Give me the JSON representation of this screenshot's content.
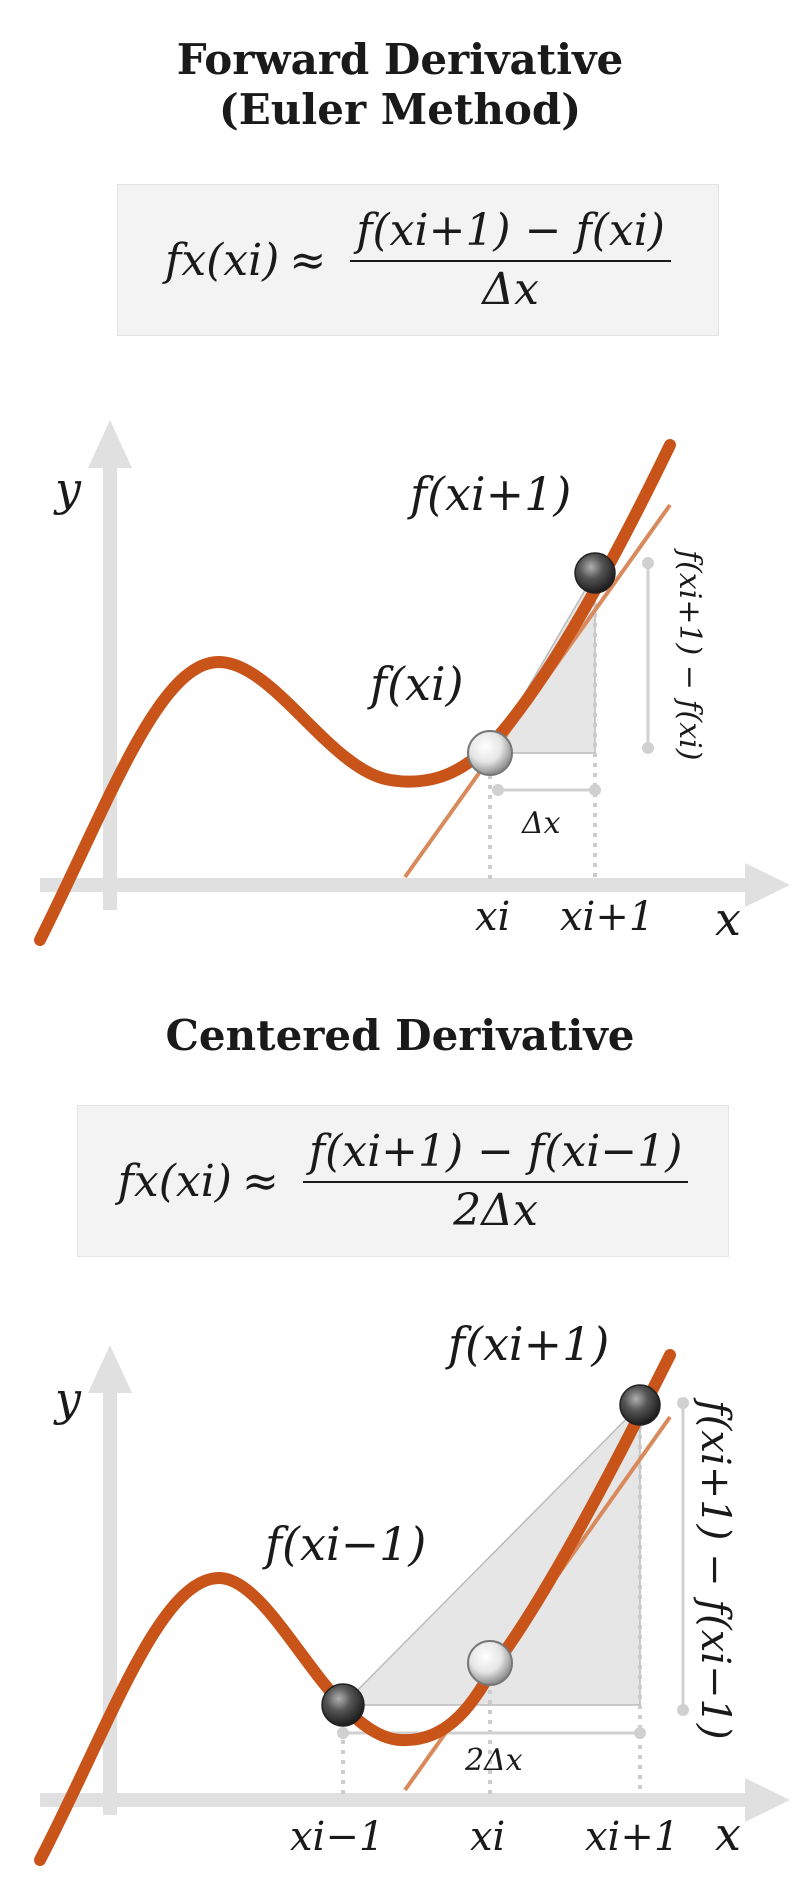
{
  "forward": {
    "title_line1": "Forward Derivative",
    "title_line2": "(Euler Method)",
    "formula_lhs": "fx(xi)",
    "formula_approx": "≈",
    "formula_num": "f(xi+1) − f(xi)",
    "formula_den": "Δx",
    "axis_y": "y",
    "axis_x": "x",
    "label_point_next": "f(xi+1)",
    "label_point_cur": "f(xi)",
    "tick_cur": "xi",
    "tick_next": "xi+1",
    "delta_x": "Δx",
    "rise_label": "f(xi+1) − f(xi)"
  },
  "centered": {
    "title": "Centered Derivative",
    "formula_lhs": "fx(xi)",
    "formula_approx": "≈",
    "formula_num": "f(xi+1) − f(xi−1)",
    "formula_den": "2Δx",
    "axis_y": "y",
    "axis_x": "x",
    "label_point_next": "f(xi+1)",
    "label_point_prev": "f(xi−1)",
    "tick_prev": "xi−1",
    "tick_cur": "xi",
    "tick_next": "xi+1",
    "delta_x": "2Δx",
    "rise_label": "f(xi+1) − f(xi−1)"
  },
  "colors": {
    "curve": "#c9541a",
    "tangent": "#d98a5c",
    "axis": "#e0e0e0",
    "triangle_fill": "#e6e6e6",
    "dotted": "#cccccc"
  }
}
